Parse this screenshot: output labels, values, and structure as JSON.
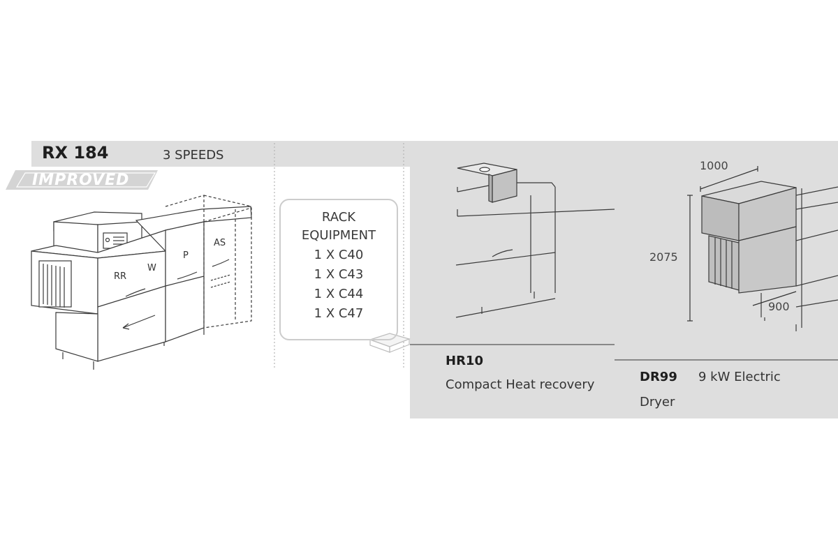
{
  "header": {
    "model": "RX 184",
    "speeds": "3 SPEEDS",
    "badge": "IMPROVED"
  },
  "machine": {
    "zones": [
      "RR",
      "W",
      "P",
      "AS"
    ]
  },
  "rack_equipment": {
    "title_line1": "RACK",
    "title_line2": "EQUIPMENT",
    "items": [
      "1 X C40",
      "1 X C43",
      "1 X C44",
      "1 X C47"
    ]
  },
  "options": {
    "hr10": {
      "code": "HR10",
      "description": "Compact Heat recovery"
    },
    "dr99": {
      "code": "DR99",
      "description": "9 kW Electric",
      "description_line2": "Dryer"
    }
  },
  "dimensions": {
    "width": "1000",
    "height": "2075",
    "depth": "900"
  },
  "colors": {
    "panel_gray": "#dedede",
    "line": "#333333",
    "accent_gray": "#c8c8c8"
  }
}
